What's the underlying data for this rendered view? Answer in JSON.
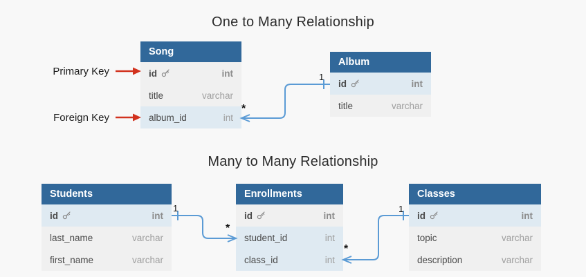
{
  "titles": {
    "one_to_many": "One to Many Relationship",
    "many_to_many": "Many to Many Relationship"
  },
  "annotations": {
    "primary_key": "Primary Key",
    "foreign_key": "Foreign Key"
  },
  "colors": {
    "page_bg": "#f8f8f8",
    "table_header_bg": "#31689a",
    "row_gray_bg": "#f0f0f0",
    "row_highlight_bg": "#dfeaf2",
    "connector_line": "#5b9bd5",
    "annotation_arrow": "#d2321e",
    "field_name_text": "#4a4a4a",
    "field_type_text": "#9e9e9e"
  },
  "tables": [
    {
      "name": "Song",
      "columns": [
        {
          "name": "id",
          "type": "int",
          "primary_key": true,
          "highlight": false
        },
        {
          "name": "title",
          "type": "varchar",
          "primary_key": false,
          "highlight": false
        },
        {
          "name": "album_id",
          "type": "int",
          "primary_key": false,
          "highlight": true
        }
      ]
    },
    {
      "name": "Album",
      "columns": [
        {
          "name": "id",
          "type": "int",
          "primary_key": true,
          "highlight": true
        },
        {
          "name": "title",
          "type": "varchar",
          "primary_key": false,
          "highlight": false
        }
      ]
    },
    {
      "name": "Students",
      "columns": [
        {
          "name": "id",
          "type": "int",
          "primary_key": true,
          "highlight": true
        },
        {
          "name": "last_name",
          "type": "varchar",
          "primary_key": false,
          "highlight": false
        },
        {
          "name": "first_name",
          "type": "varchar",
          "primary_key": false,
          "highlight": false
        }
      ]
    },
    {
      "name": "Enrollments",
      "columns": [
        {
          "name": "id",
          "type": "int",
          "primary_key": true,
          "highlight": false
        },
        {
          "name": "student_id",
          "type": "int",
          "primary_key": false,
          "highlight": true
        },
        {
          "name": "class_id",
          "type": "int",
          "primary_key": false,
          "highlight": true
        }
      ]
    },
    {
      "name": "Classes",
      "columns": [
        {
          "name": "id",
          "type": "int",
          "primary_key": true,
          "highlight": true
        },
        {
          "name": "topic",
          "type": "varchar",
          "primary_key": false,
          "highlight": false
        },
        {
          "name": "description",
          "type": "varchar",
          "primary_key": false,
          "highlight": false
        }
      ]
    }
  ],
  "connectors": [
    {
      "from": "Song.album_id",
      "to": "Album.id",
      "many_label": "*",
      "one_label": "1"
    },
    {
      "from": "Students.id",
      "to": "Enrollments.student_id",
      "many_label": "*",
      "one_label": "1"
    },
    {
      "from": "Enrollments.class_id",
      "to": "Classes.id",
      "many_label": "*",
      "one_label": "1"
    }
  ]
}
